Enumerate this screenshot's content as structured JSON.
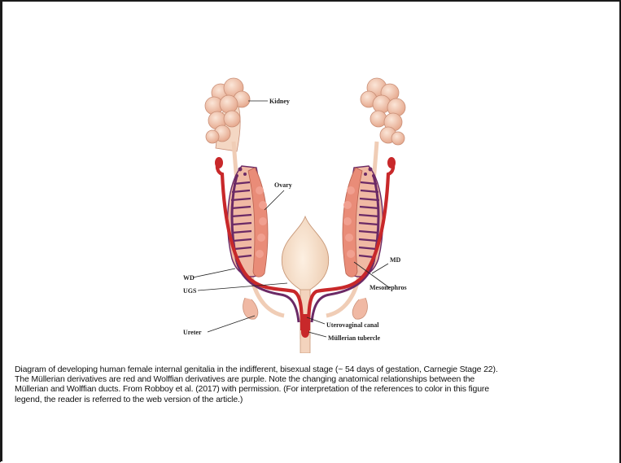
{
  "figure": {
    "labels": {
      "kidney": "Kidney",
      "ovary": "Ovary",
      "wd": "WD",
      "ugs": "UGS",
      "ureter": "Ureter",
      "md": "MD",
      "mesonephros": "Mesonephros",
      "uterovaginal_canal": "Uterovaginal canal",
      "mullerian_tubercle": "Müllerian tubercle"
    },
    "colors": {
      "mullerian": "#c8282a",
      "wolffian": "#6b2a66",
      "kidney": "#f2c7b0",
      "ovary": "#e98c78",
      "bladder": "#f6dcc5"
    }
  },
  "caption": {
    "line1": "Diagram of developing human female internal genitalia in the indifferent, bisexual stage (~ 54 days of gestation, Carnegie Stage 22).",
    "line2": "The Müllerian derivatives are red and Wolffian derivatives are purple. Note the changing anatomical relationships between the",
    "line3": "Müllerian and Wolffian ducts. From Robboy et al. (2017) with permission. (For interpretation of the references to color in this figure",
    "line4": "legend, the reader is referred to the web version of the article.)"
  }
}
